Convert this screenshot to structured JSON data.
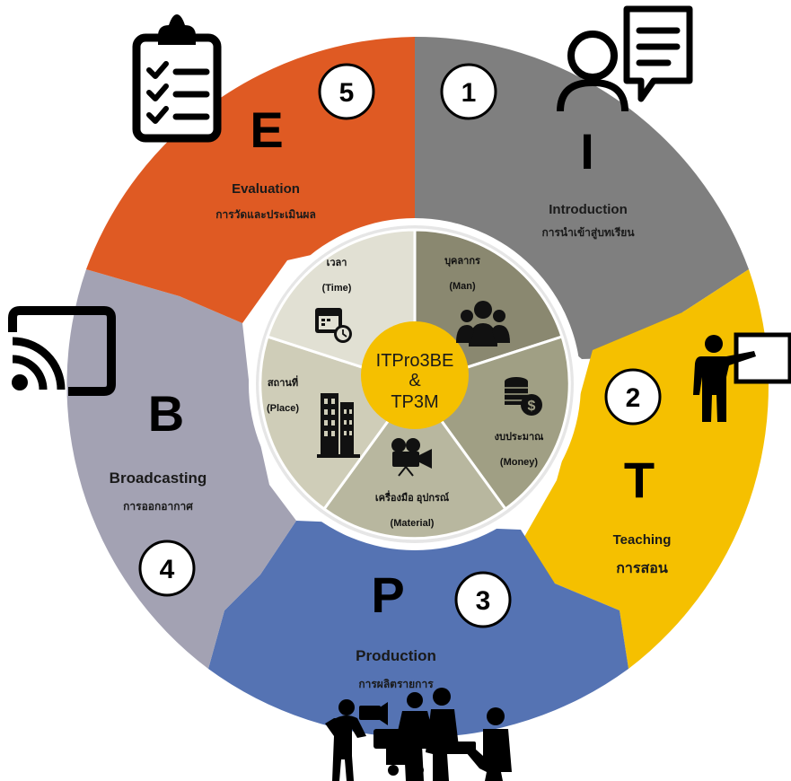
{
  "stages": [
    {
      "step": "1",
      "letter": "I",
      "name": "Introduction",
      "thai": "การนำเข้าสู่บทเรียน",
      "color": "#7f7f7f",
      "icon": "speaking-person-icon"
    },
    {
      "step": "2",
      "letter": "T",
      "name": "Teaching",
      "thai": "การสอน",
      "color": "#f5c000",
      "icon": "teacher-board-icon"
    },
    {
      "step": "3",
      "letter": "P",
      "name": "Production",
      "thai": "การผลิตรายการ",
      "color": "#5573b3",
      "icon": "film-crew-icon"
    },
    {
      "step": "4",
      "letter": "B",
      "name": "Broadcasting",
      "thai": "การออกอากาศ",
      "color": "#a3a2b3",
      "icon": "cast-icon"
    },
    {
      "step": "5",
      "letter": "E",
      "name": "Evaluation",
      "thai": "การวัดและประเมินผล",
      "color": "#df5a23",
      "icon": "checklist-clipboard-icon"
    }
  ],
  "resources": [
    {
      "thai": "บุคลากร",
      "en": "(Man)",
      "color": "#8a8870",
      "icon": "people-icon"
    },
    {
      "thai": "งบประมาณ",
      "en": "(Money)",
      "color": "#a09f84",
      "icon": "coins-dollar-icon"
    },
    {
      "thai": "เครื่องมือ อุปกรณ์",
      "en": "(Material)",
      "color": "#b8b79f",
      "icon": "movie-camera-icon"
    },
    {
      "thai": "สถานที่",
      "en": "(Place)",
      "color": "#cfcdb8",
      "icon": "buildings-icon"
    },
    {
      "thai": "เวลา",
      "en": "(Time)",
      "color": "#e1e0d3",
      "icon": "calendar-clock-icon"
    }
  ],
  "center": {
    "line1": "ITPro3BE",
    "line2": "&",
    "line3": "TP3M",
    "color": "#f5c000"
  }
}
